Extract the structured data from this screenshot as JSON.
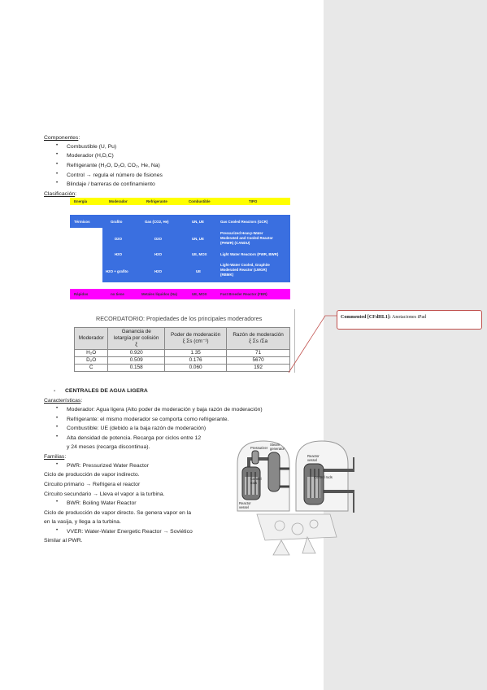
{
  "componentes": {
    "heading": "Componentes",
    "items": [
      "Combustible (U, Pu)",
      "Moderador (H,D,C)",
      "Refrigerante (H₂O, D₂O, CO₂, He, Na)",
      "Control → regula el número de fisiones",
      "Blindaje / barreras de confinamiento"
    ]
  },
  "clasificacion": {
    "heading": "Clasificación",
    "header": [
      "Energía",
      "Moderador",
      "Refrigerante",
      "Combustible",
      "TIPO"
    ],
    "termicos": "Térmicos",
    "rows": [
      {
        "mod": "Grafito",
        "ref": "Gas (CO2, He)",
        "comb": "UN, UE",
        "tipo": [
          "Gas Cooled Reactors (GCR)"
        ]
      },
      {
        "mod": "D2O",
        "ref": "D2O",
        "comb": "UN, UE",
        "tipo": [
          "Pressurized Heavy-Water",
          "Moderated and Cooled Reactor",
          "(PHWR) (CANDU)"
        ]
      },
      {
        "mod": "H2O",
        "ref": "H2O",
        "comb": "UE, MOX",
        "tipo": [
          "Light Water Reactors (PWR, BWR)"
        ]
      },
      {
        "mod": "H2O + grafito",
        "ref": "H2O",
        "comb": "UE",
        "tipo": [
          "Light-Water Cooled, Graphite",
          "Moderated Reactor (LWGR)",
          "(RBMK)"
        ]
      }
    ],
    "rapidos": {
      "energia": "Rápidos",
      "mod": "no tiene",
      "ref": "Metales líquidos (Na)",
      "comb": "UE, MOX",
      "tipo": "Fast Breeder Reactor (FBR)"
    }
  },
  "moderadores": {
    "title": "RECORDATORIO: Propiedades de los principales moderadores",
    "headers": [
      [
        "Moderador"
      ],
      [
        "Ganancia de",
        "letargía por colisión",
        "ξ"
      ],
      [
        "Poder de moderación",
        "ξ Σs (cm⁻¹)"
      ],
      [
        "Razón de moderación",
        "ξ Σs /Σa"
      ]
    ],
    "rows": [
      [
        "H₂O",
        "0.920",
        "1.35",
        "71"
      ],
      [
        "D₂O",
        "0.509",
        "0.176",
        "5670"
      ],
      [
        "C",
        "0.158",
        "0.060",
        "192"
      ]
    ]
  },
  "comment": {
    "label": "Commented [CFdHL1]:",
    "text": "Anotaciones iPad"
  },
  "centrales": {
    "dash": "-",
    "heading": "CENTRALES DE AGUA LIGERA",
    "caracteristicas_heading": "Características",
    "caracteristicas": [
      "Moderador: Agua ligera (Alto poder de moderación y baja razón de moderación)",
      "Refrigerante: el mismo moderador se comporta como refrigerante.",
      "Combustible: UE (debido a la baja razón de moderación)",
      "Alta densidad de potencia. Recarga por ciclos entre 12",
      "y 24 meses (recarga discontinua)."
    ],
    "familias_heading": "Familias",
    "familias": {
      "pwr": "PWR: Pressurized Water Reactor",
      "pwr_lines": [
        "Ciclo de producción de vapor indirecto.",
        "Circuito primario → Refrigera el reactor",
        "Circuito secundario → Lleva el vapor a la turbina."
      ],
      "bwr": "BWR: Boiling Water Reactor",
      "bwr_lines": [
        "Ciclo de producción de vapor directo. Se genera vapor en la",
        "en la vasija, y llega a la turbina."
      ],
      "vver": "VVER: Water-Water Energetic Reactor → Soviético",
      "vver_lines": [
        "Similar al PWR."
      ]
    }
  },
  "diagram": {
    "labels": {
      "pressurizer": "Pressurizer",
      "steam": "Steam",
      "generator": "generator",
      "control_rods_left": "Control",
      "rods_left": "rods",
      "reactor_left": "Reactor",
      "vessel_left": "vessel",
      "reactor_right": "Reactor",
      "vessel_right": "vessel",
      "control_rods_right": "Control rods"
    }
  },
  "colors": {
    "yellow": "#ffff00",
    "blue": "#3a6fe0",
    "magenta": "#ff00ff",
    "comment_border": "#c0504d",
    "margin": "#e8e8e8"
  }
}
